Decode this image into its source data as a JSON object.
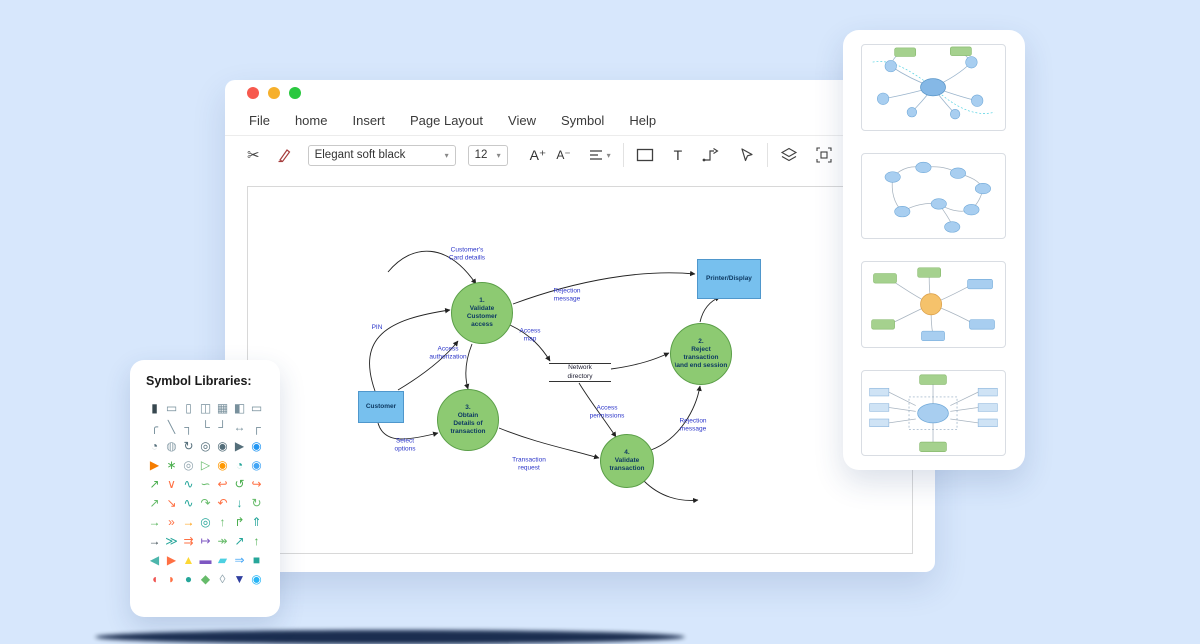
{
  "window": {
    "traffic_lights": [
      "#f7594e",
      "#f6b02c",
      "#2bc840"
    ],
    "menu": [
      "File",
      "home",
      "Insert",
      "Page Layout",
      "View",
      "Symbol",
      "Help"
    ],
    "toolbar": {
      "cut_icon": "✂",
      "font_name": "Elegant soft black",
      "font_size": "12",
      "increase_font": "A⁺",
      "decrease_font": "A⁻",
      "text_tool": "T",
      "chevron": "▾"
    }
  },
  "diagram": {
    "colors": {
      "process_fill": "#8dca72",
      "process_stroke": "#5a9e47",
      "entity_fill": "#77c0ee",
      "entity_stroke": "#4f97cc",
      "flow_label_color": "#2b35c9",
      "node_text_color": "#0e3a63",
      "connector_color": "#222222"
    },
    "nodes": {
      "customer": "Customer",
      "printer": "Printer/Display",
      "process1": "1.\nValidate\nCustomer\naccess",
      "process2": "2.\nReject\ntransaction\n\\and end session",
      "process3": "3.\nObtain\nDetails of\ntransaction",
      "process4": "4.\nValidate\ntransaction",
      "data_store": "Network\ndirectory"
    },
    "flow_labels": {
      "card_details": "Customer's\nCard detaills",
      "rejection_top": "Rejection\nmessage",
      "pin": "PIN",
      "access_authorization": "Access\nauthorization",
      "access_map": "Access\nmap",
      "access_permissions": "Access\npermissions",
      "rejection_right": "Rejection\nmessage",
      "select_options": "Select\noptions",
      "transaction_request": "Transaction\nrequest"
    }
  },
  "symbol_panel": {
    "title": "Symbol Libraries:",
    "symbols": [
      {
        "g": "▮",
        "c": "#37474f"
      },
      {
        "g": "▭",
        "c": "#78909c"
      },
      {
        "g": "▯",
        "c": "#78909c"
      },
      {
        "g": "◫",
        "c": "#78909c"
      },
      {
        "g": "▦",
        "c": "#78909c"
      },
      {
        "g": "◧",
        "c": "#78909c"
      },
      {
        "g": "▭",
        "c": "#78909c"
      },
      {
        "g": "╭",
        "c": "#78909c"
      },
      {
        "g": "╲",
        "c": "#78909c"
      },
      {
        "g": "┐",
        "c": "#78909c"
      },
      {
        "g": "└",
        "c": "#78909c"
      },
      {
        "g": "┘",
        "c": "#78909c"
      },
      {
        "g": "↔",
        "c": "#78909c"
      },
      {
        "g": "┌",
        "c": "#78909c"
      },
      {
        "g": "◔",
        "c": "#546e7a"
      },
      {
        "g": "◍",
        "c": "#90a4ae"
      },
      {
        "g": "↻",
        "c": "#546e7a"
      },
      {
        "g": "◎",
        "c": "#546e7a"
      },
      {
        "g": "◉",
        "c": "#546e7a"
      },
      {
        "g": "▶",
        "c": "#546e7a"
      },
      {
        "g": "◉",
        "c": "#2196f3"
      },
      {
        "g": "▶",
        "c": "#f57c00"
      },
      {
        "g": "∗",
        "c": "#4caf50"
      },
      {
        "g": "◎",
        "c": "#90a4ae"
      },
      {
        "g": "▷",
        "c": "#66bb6a"
      },
      {
        "g": "◉",
        "c": "#ff9800"
      },
      {
        "g": "◔",
        "c": "#26a69a"
      },
      {
        "g": "◉",
        "c": "#42a5f5"
      },
      {
        "g": "↗",
        "c": "#4caf50"
      },
      {
        "g": "∨",
        "c": "#ff7043"
      },
      {
        "g": "∿",
        "c": "#26a69a"
      },
      {
        "g": "∽",
        "c": "#66bb6a"
      },
      {
        "g": "↩",
        "c": "#ff7043"
      },
      {
        "g": "↺",
        "c": "#4caf50"
      },
      {
        "g": "↪",
        "c": "#ff7043"
      },
      {
        "g": "↗",
        "c": "#66bb6a"
      },
      {
        "g": "↘",
        "c": "#ff7043"
      },
      {
        "g": "∿",
        "c": "#26a69a"
      },
      {
        "g": "↷",
        "c": "#66bb6a"
      },
      {
        "g": "↶",
        "c": "#ff7043"
      },
      {
        "g": "↓",
        "c": "#26a69a"
      },
      {
        "g": "↻",
        "c": "#66bb6a"
      },
      {
        "g": "→",
        "c": "#4caf50"
      },
      {
        "g": "»",
        "c": "#ff7043"
      },
      {
        "g": "→",
        "c": "#ff9800"
      },
      {
        "g": "◎",
        "c": "#26a69a"
      },
      {
        "g": "↑",
        "c": "#66bb6a"
      },
      {
        "g": "↱",
        "c": "#4caf50"
      },
      {
        "g": "⇑",
        "c": "#26a69a"
      },
      {
        "g": "→",
        "c": "#37474f"
      },
      {
        "g": "≫",
        "c": "#26a69a"
      },
      {
        "g": "⇉",
        "c": "#ff7043"
      },
      {
        "g": "↦",
        "c": "#7e57c2"
      },
      {
        "g": "↠",
        "c": "#66bb6a"
      },
      {
        "g": "↗",
        "c": "#26a69a"
      },
      {
        "g": "↑",
        "c": "#4caf50"
      },
      {
        "g": "◀",
        "c": "#4db6ac"
      },
      {
        "g": "▶",
        "c": "#ff7043"
      },
      {
        "g": "▲",
        "c": "#fdd835"
      },
      {
        "g": "▬",
        "c": "#7e57c2"
      },
      {
        "g": "▰",
        "c": "#4dd0e1"
      },
      {
        "g": "⇒",
        "c": "#42a5f5"
      },
      {
        "g": "■",
        "c": "#26a69a"
      },
      {
        "g": "◖",
        "c": "#ef5350"
      },
      {
        "g": "◗",
        "c": "#ff7043"
      },
      {
        "g": "●",
        "c": "#26a69a"
      },
      {
        "g": "◆",
        "c": "#66bb6a"
      },
      {
        "g": "◊",
        "c": "#90a4ae"
      },
      {
        "g": "▼",
        "c": "#303f9f"
      },
      {
        "g": "◉",
        "c": "#29b6f6"
      }
    ]
  }
}
